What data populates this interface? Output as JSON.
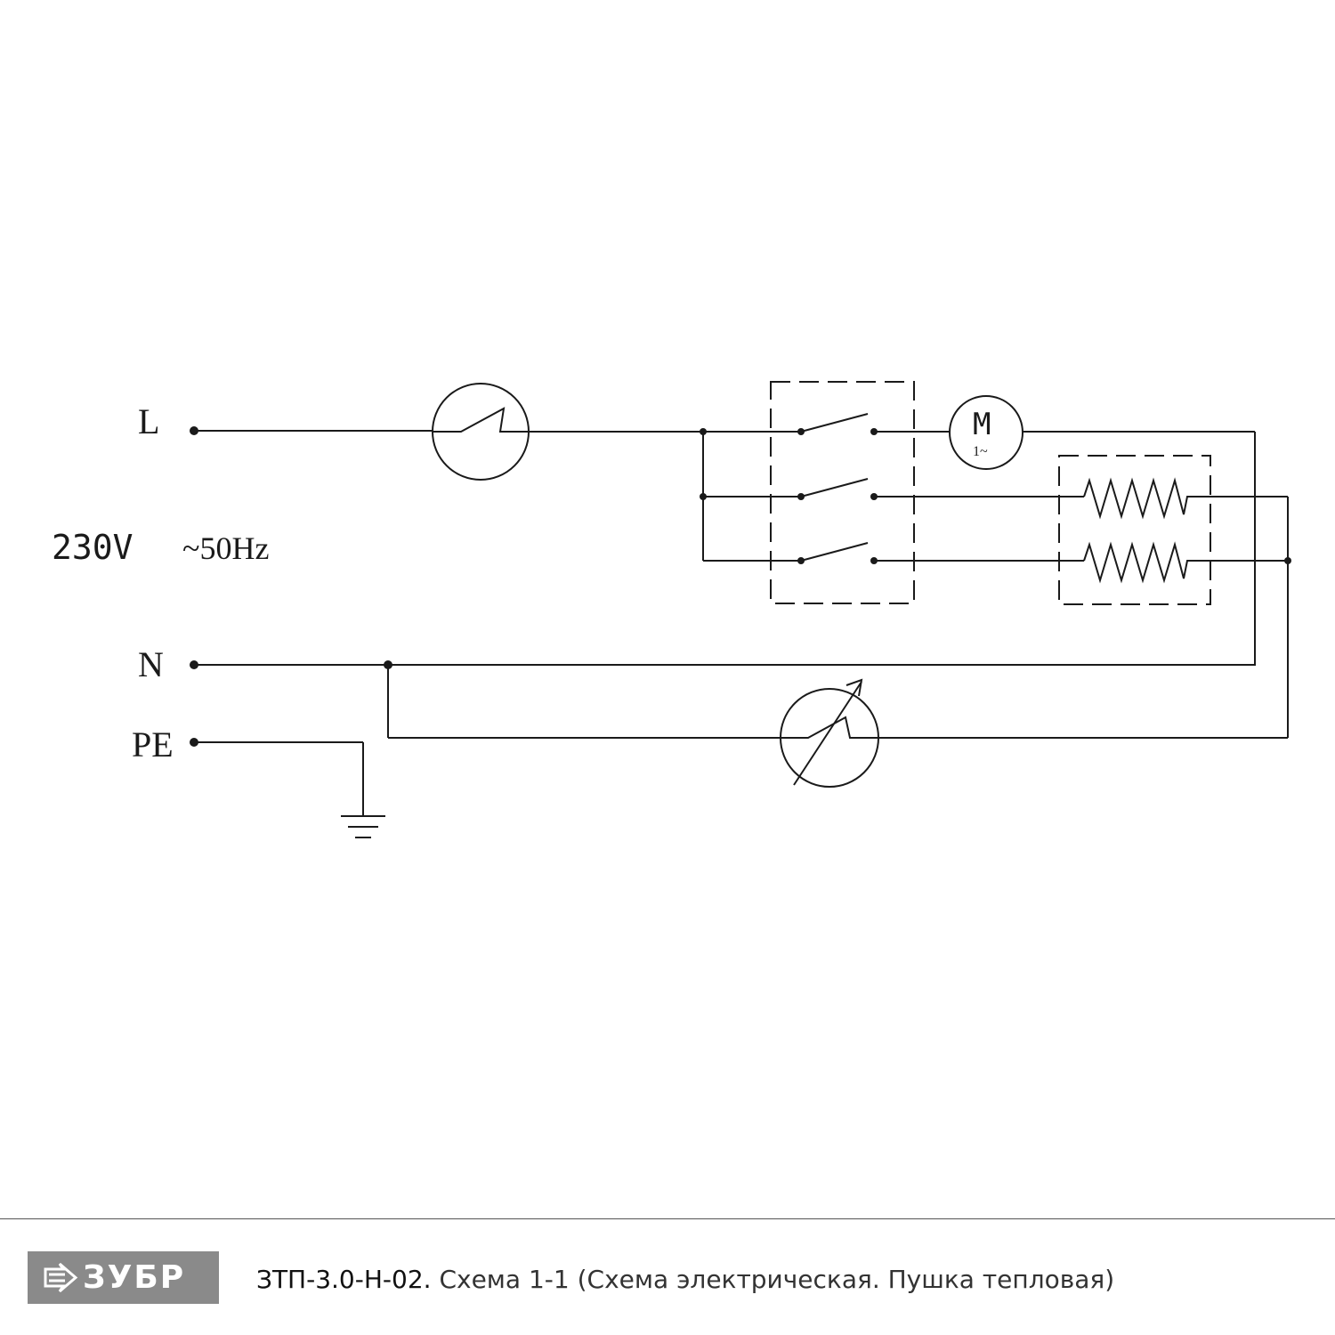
{
  "terminals": {
    "line": "L",
    "neutral": "N",
    "earth": "PE"
  },
  "supply": {
    "voltage": "230V",
    "frequency": "~50Hz"
  },
  "motor": {
    "letter": "M",
    "phase": "1~"
  },
  "footer": {
    "brand": "ЗУБР",
    "model": "ЗТП-3.0-Н-02.",
    "caption": "Схема 1-1 (Схема электрическая. Пушка тепловая)"
  }
}
